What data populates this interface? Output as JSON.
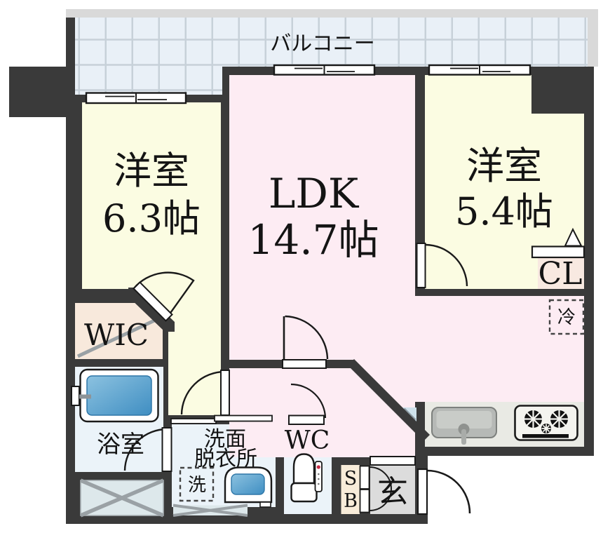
{
  "plan": {
    "type": "apartment-floor-plan",
    "balcony": {
      "label": "バルコニー"
    },
    "bedroom1": {
      "name": "洋室",
      "size": "6.3帖"
    },
    "ldk": {
      "name": "LDK",
      "size": "14.7帖"
    },
    "bedroom2": {
      "name": "洋室",
      "size": "5.4帖"
    },
    "closet": {
      "label": "CL"
    },
    "walk_in_closet": {
      "label": "WIC"
    },
    "bathroom": {
      "label": "浴室"
    },
    "washroom": {
      "line1": "洗面",
      "line2": "脱衣所"
    },
    "toilet_room": {
      "label": "WC"
    },
    "entrance": {
      "label": "玄"
    },
    "shoe_box": {
      "line1": "S",
      "line2": "B"
    },
    "appliance_marks": {
      "washing_machine": "洗",
      "refrigerator": "冷"
    }
  },
  "colors": {
    "wall": "#3a3a3a",
    "bedroom_cream": "#fbfce2",
    "ldk_pink": "#fdecf3",
    "wic_peach": "#f8e9dc",
    "closet_peach": "#f8e9e1",
    "wet_area_blue": "#ebf3f9",
    "balcony_blue": "#e9f0f7",
    "balcony_grid": "#c7d1d9",
    "outer_strip_gray": "#d9d9d9",
    "entrance_gray": "#dcdcdc",
    "shoe_box_beige": "#f8ecd9",
    "hatch_fill": "#dde8eb",
    "hatch_line": "#9aa1a5",
    "tub_blue_light": "#8cc2e0",
    "tub_blue_dark": "#3f8ec2",
    "counter_gray": "#e9eae4"
  }
}
